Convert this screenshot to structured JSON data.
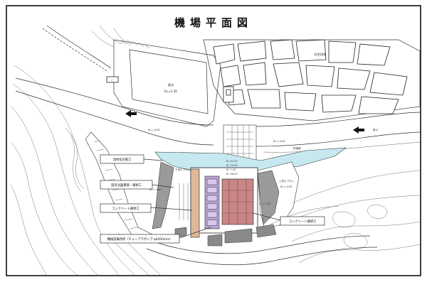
{
  "title": "機場平面図",
  "callouts": {
    "flood_gate": "流材化対策工",
    "discharge_tank": "遊泥沈図場増・補修工",
    "concrete_left": "コンクリート補修工",
    "pump_equipment": "機械設備改修（チューブラポンプ φ4200mm）",
    "concrete_right": "コンクリート補修工"
  },
  "labels": {
    "pond_name": "遊水",
    "pond_level": "EL=2.30",
    "residential": "住宅団地",
    "river_level": "EL=-3.00",
    "el_400_left": "EL=-4.00",
    "el_400_right": "EL=-4.00",
    "el_700": "EL=-7.00",
    "upper_apron": "上流エプロン",
    "lower_apron": "下流エプロン",
    "new_river": "新川",
    "prevent_bank": "防潮堤",
    "heights": [
      "EL 31.00",
      "EL 25.00",
      "EL 7.20",
      "EL 36.00"
    ]
  },
  "colors": {
    "water": "#c6e9f0",
    "pump_chamber": "#b9a6d4",
    "pump_cell": "#d8c8ec",
    "outlet": "#c98686",
    "ladder": "#ddb899",
    "roof_grey": "#8a8a8a",
    "slope_grey": "#9a9a9a"
  }
}
